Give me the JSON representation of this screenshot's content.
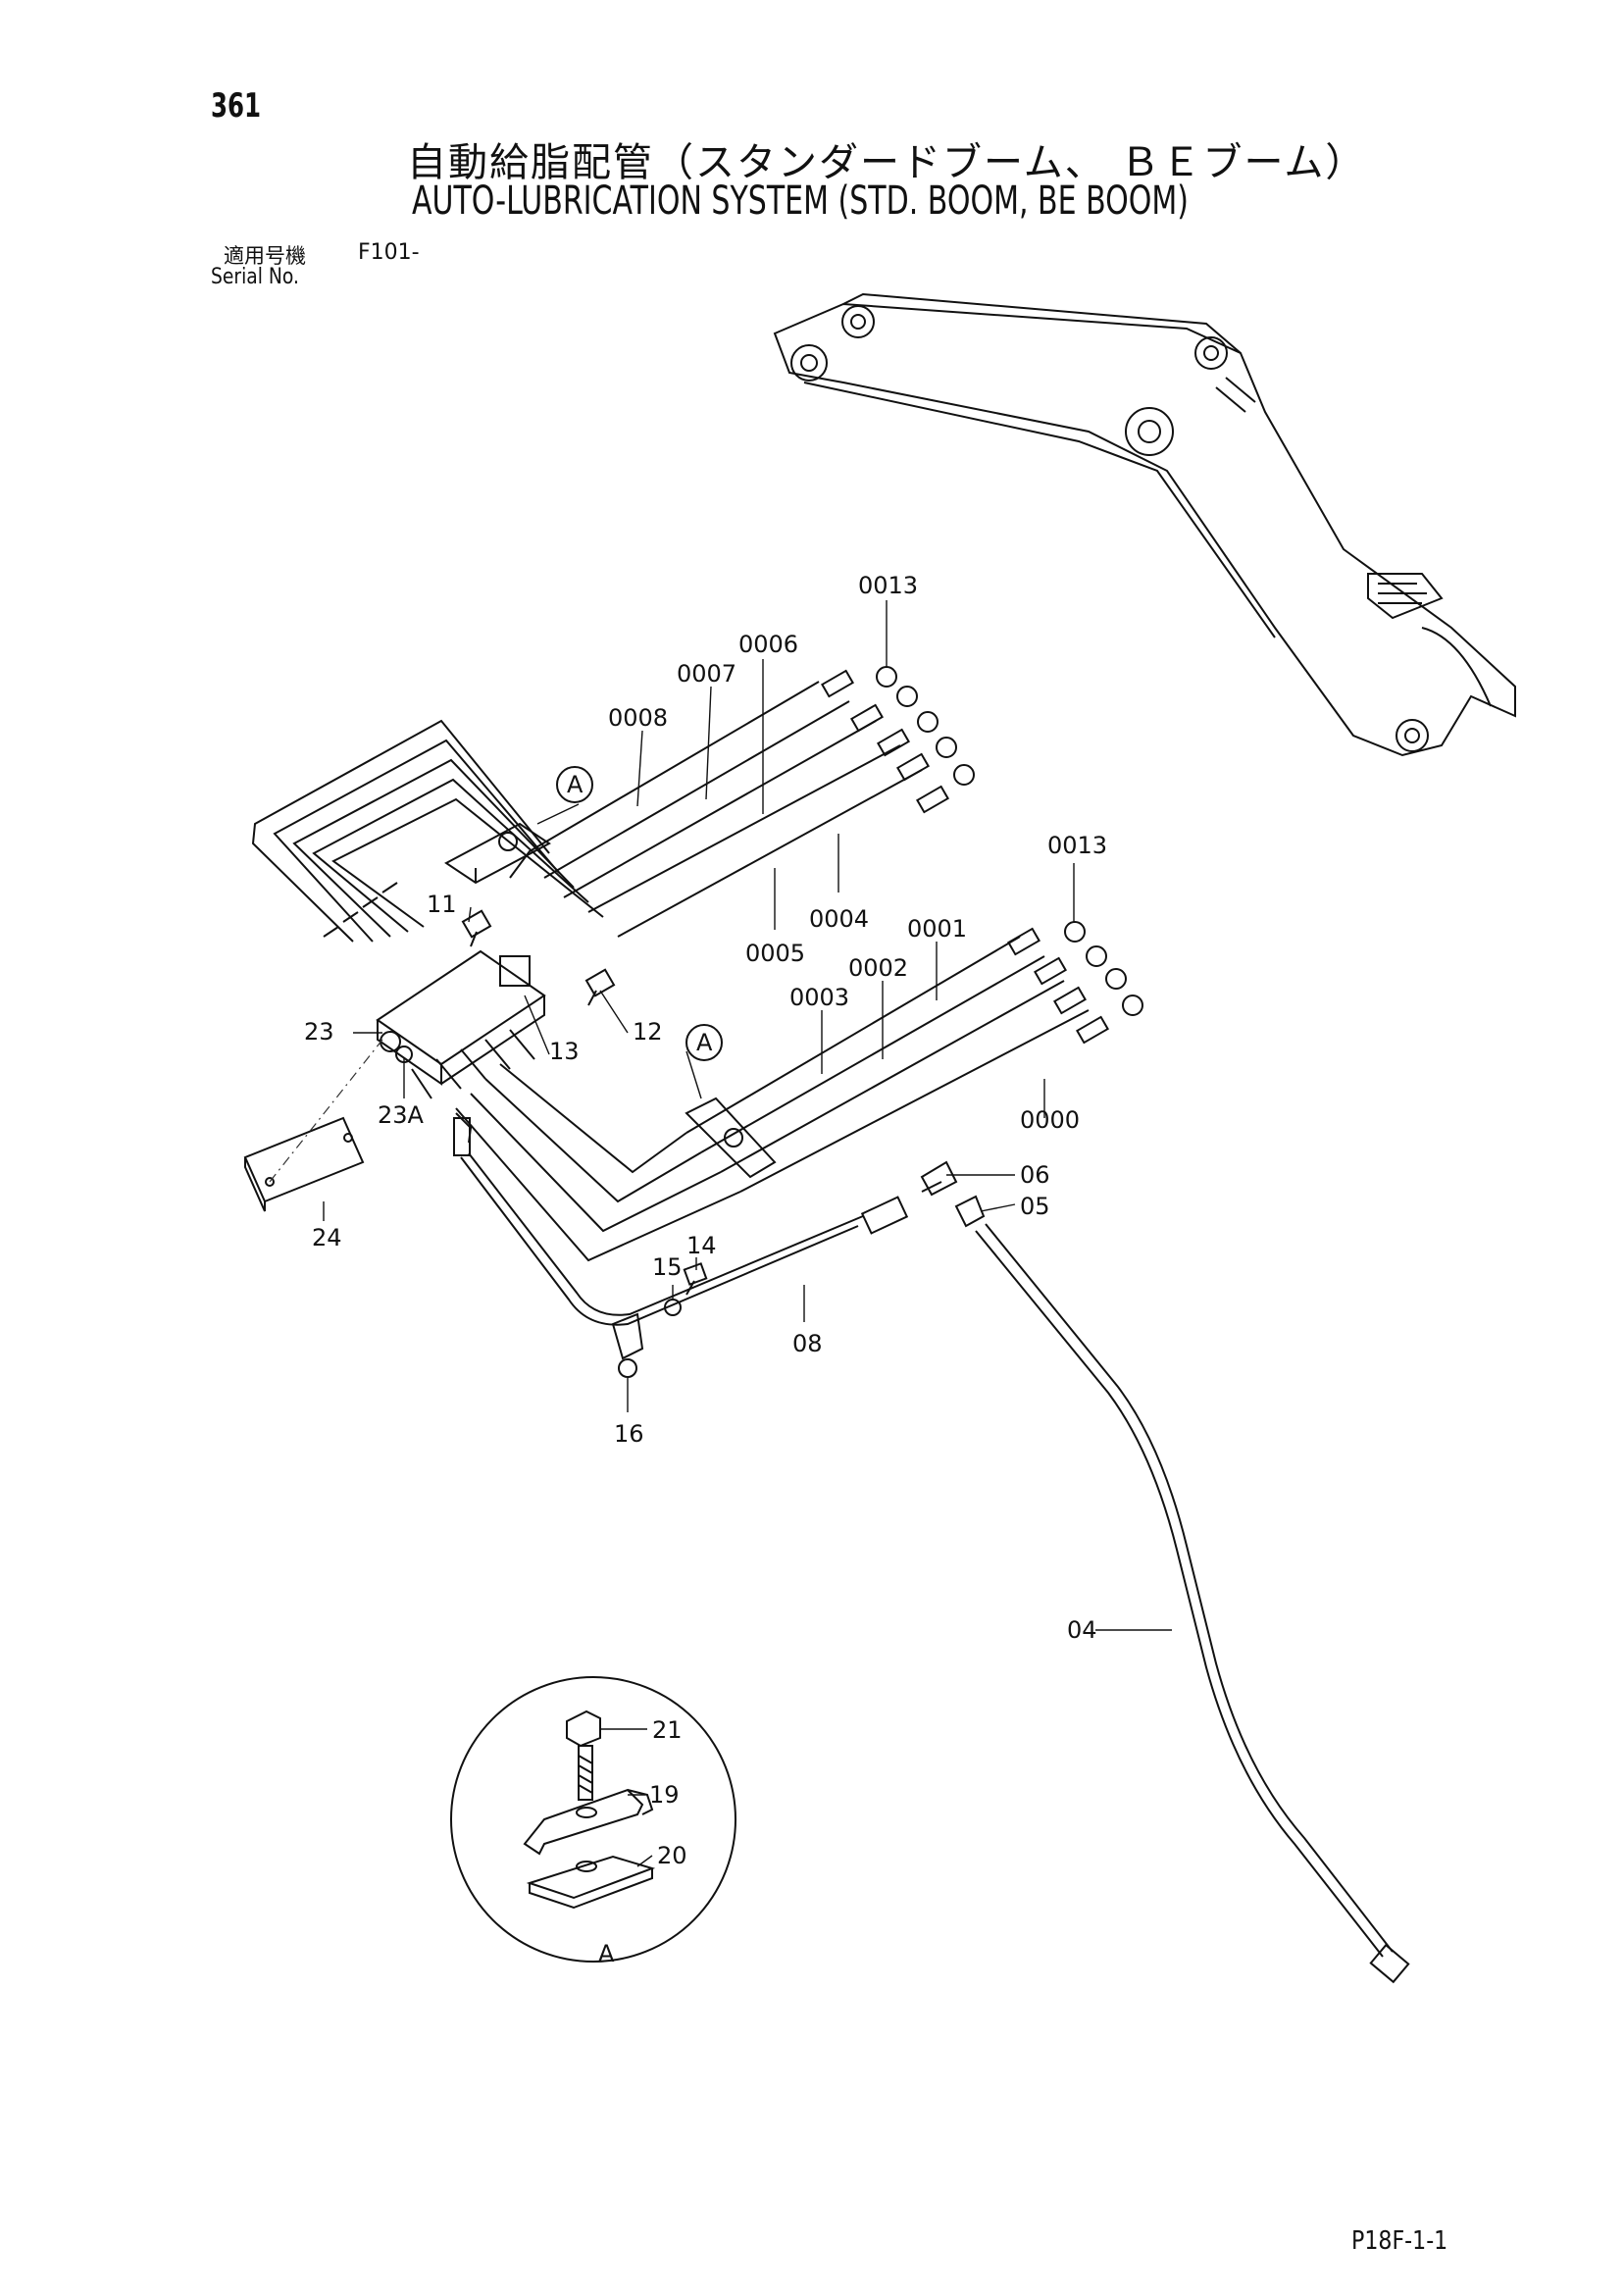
{
  "page_number": "361",
  "title_jp": "自動給脂配管（スタンダードブーム、 ＢＥブーム）",
  "title_en": "AUTO-LUBRICATION SYSTEM (STD. BOOM, BE BOOM)",
  "serial": {
    "label_jp": "適用号機",
    "label_en": "Serial No.",
    "value": "F101-"
  },
  "page_code": "P18F-1-1",
  "callouts": {
    "c0013a": "0013",
    "c0006": "0006",
    "c0007": "0007",
    "c0008": "0008",
    "cA1": "A",
    "c11": "11",
    "c0005": "0005",
    "c0004": "0004",
    "c0001": "0001",
    "c0013b": "0013",
    "c0002": "0002",
    "c0003": "0003",
    "c23": "23",
    "c12": "12",
    "cA2": "A",
    "c13": "13",
    "c23A": "23A",
    "c0000": "0000",
    "c06": "06",
    "c05": "05",
    "c24": "24",
    "c14": "14",
    "c15": "15",
    "c08": "08",
    "c16": "16",
    "c04": "04",
    "c21": "21",
    "c19": "19",
    "c20": "20",
    "cA3": "A"
  }
}
